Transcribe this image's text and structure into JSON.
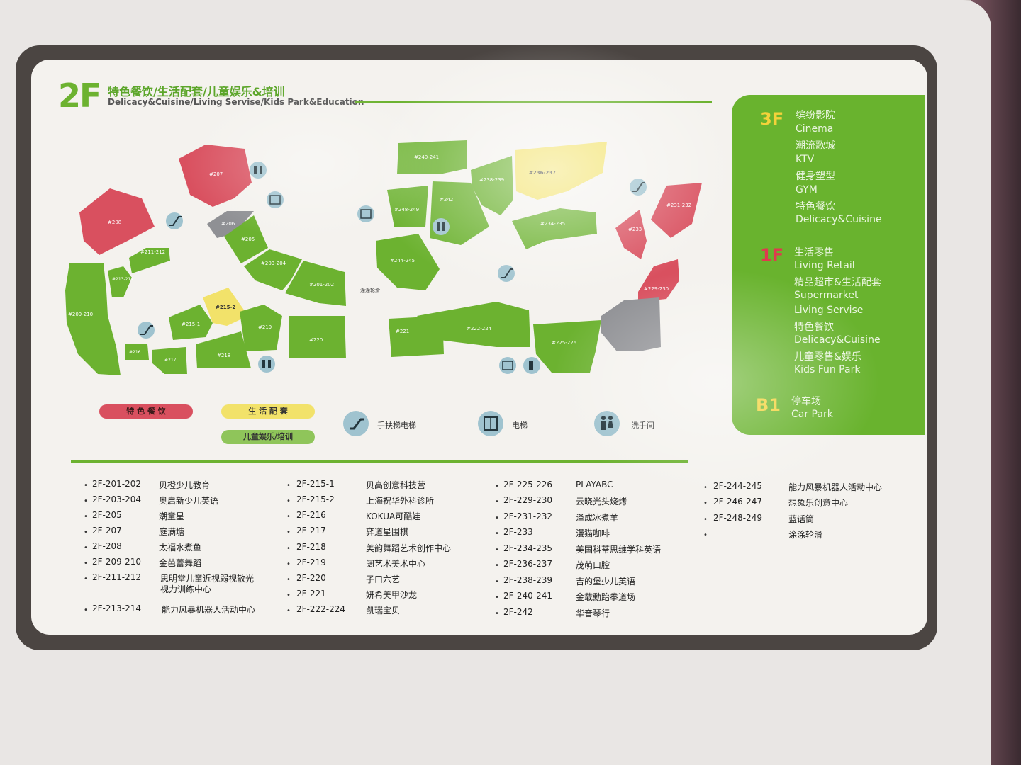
{
  "header": {
    "floor": "2F",
    "title_cn": "特色餐饮/生活配套/儿童娱乐&培训",
    "title_en": "Delicacy&Cuisine/Living Servise/Kids Park&Education"
  },
  "colors": {
    "green": "#6cb230",
    "red": "#d9505f",
    "yellow": "#f2e26a",
    "gray": "#8f9094",
    "icon_blue": "#9fc3cf"
  },
  "map_labels": {
    "u207": "#207",
    "u208": "#208",
    "u206": "#206",
    "u205": "#205",
    "u203": "#203-204",
    "u201": "#201-202",
    "u211": "#211-212",
    "u213": "#213-214",
    "u209": "#209-210",
    "u215_2": "#215-2",
    "u215_1": "#215-1",
    "u219": "#219",
    "u220": "#220",
    "u218": "#218",
    "u216": "#216",
    "u217": "#217",
    "u240": "#240-241",
    "u236": "#236-237",
    "u238": "#238-239",
    "u242": "#242",
    "u248": "#248-249",
    "u244": "#244-245",
    "u234": "#234-235",
    "u231": "#231-232",
    "u233": "#233",
    "u229": "#229-230",
    "u221": "#221",
    "u222": "#222-224",
    "u225": "#225-226",
    "tutu": "涂涂轮滑"
  },
  "legend": {
    "delicacy": "特 色 餐 饮",
    "living": "生 活 配 套",
    "kids": "儿童娱乐/培训",
    "escalator": "手扶梯电梯",
    "elevator": "电梯",
    "restroom": "洗手间"
  },
  "floors_panel": [
    {
      "floor": "3F",
      "items": [
        "缤纷影院",
        "Cinema",
        "潮流歌城",
        "KTV",
        "健身塑型",
        "GYM",
        "特色餐饮",
        "Delicacy&Cuisine"
      ]
    },
    {
      "floor": "1F",
      "items": [
        "生活零售",
        "Living Retail",
        "精品超市&生活配套",
        "Supermarket",
        "Living Servise",
        "特色餐饮",
        "Delicacy&Cuisine",
        "儿童零售&娱乐",
        "Kids Fun Park"
      ]
    },
    {
      "floor": "B1",
      "items": [
        "停车场",
        "Car Park"
      ]
    }
  ],
  "directory": [
    [
      {
        "code": "2F-201-202",
        "name": "贝橙少儿教育"
      },
      {
        "code": "2F-203-204",
        "name": "奥启新少儿英语"
      },
      {
        "code": "2F-205",
        "name": "潮童星"
      },
      {
        "code": "2F-207",
        "name": "庭满塘"
      },
      {
        "code": "2F-208",
        "name": "太福水煮鱼"
      },
      {
        "code": "2F-209-210",
        "name": "金芭蕾舞蹈"
      },
      {
        "code": "2F-211-212",
        "name": "思明堂儿童近视弱视散光",
        "name2": "视力训练中心"
      },
      {
        "code": "2F-213-214",
        "name": "能力风暴机器人活动中心"
      }
    ],
    [
      {
        "code": "2F-215-1",
        "name": "贝高创意科技营"
      },
      {
        "code": "2F-215-2",
        "name": "上海祝华外科诊所"
      },
      {
        "code": "2F-216",
        "name": "KOKUA可酷娃"
      },
      {
        "code": "2F-217",
        "name": "弈道星围棋"
      },
      {
        "code": "2F-218",
        "name": "美韵舞蹈艺术创作中心"
      },
      {
        "code": "2F-219",
        "name": "阔艺术美术中心"
      },
      {
        "code": "2F-220",
        "name": "子曰六艺"
      },
      {
        "code": "2F-221",
        "name": "妍希美甲沙龙"
      },
      {
        "code": "2F-222-224",
        "name": "凯瑞宝贝"
      }
    ],
    [
      {
        "code": "2F-225-226",
        "name": "PLAYABC"
      },
      {
        "code": "2F-229-230",
        "name": "云晓光头烧烤"
      },
      {
        "code": "2F-231-232",
        "name": "泽成冰煮羊"
      },
      {
        "code": "2F-233",
        "name": "漫猫咖啡"
      },
      {
        "code": "2F-234-235",
        "name": "美国科蒂思维学科英语"
      },
      {
        "code": "2F-236-237",
        "name": "茂萌口腔"
      },
      {
        "code": "2F-238-239",
        "name": "吉的堡少儿英语"
      },
      {
        "code": "2F-240-241",
        "name": "金载勳跆拳道场"
      },
      {
        "code": "2F-242",
        "name": "华音琴行"
      }
    ],
    [
      {
        "code": "2F-244-245",
        "name": "能力风暴机器人活动中心"
      },
      {
        "code": "2F-246-247",
        "name": "想象乐创意中心"
      },
      {
        "code": "2F-248-249",
        "name": "蓝话筒"
      },
      {
        "code": "",
        "name": "涂涂轮滑"
      }
    ]
  ]
}
